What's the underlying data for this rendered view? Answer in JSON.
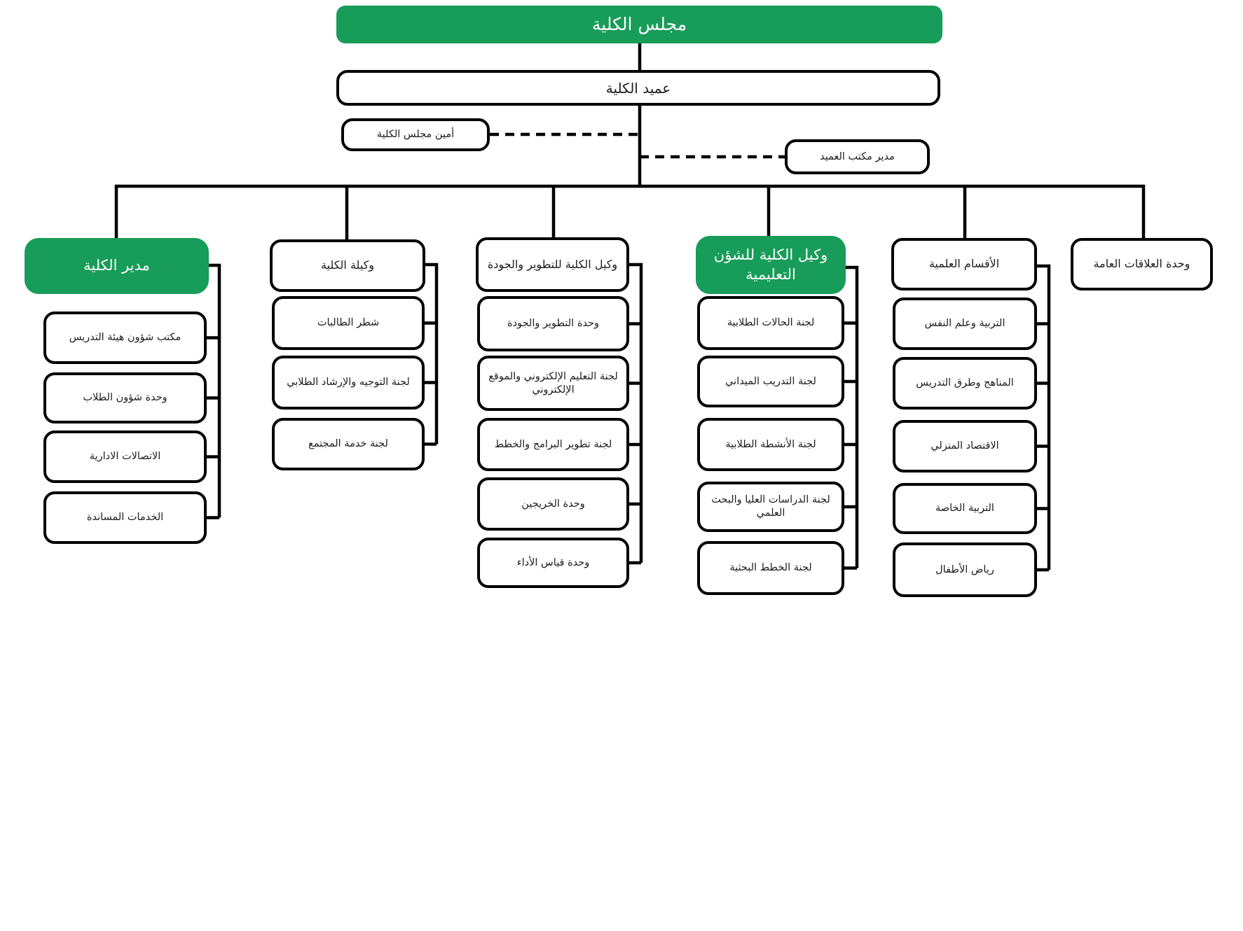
{
  "colors": {
    "green": "#189c59",
    "line": "#000000",
    "box_border": "#000000",
    "text_dark": "#1c1c1c",
    "text_light": "#ffffff"
  },
  "root": {
    "label": "مجلس الكلية"
  },
  "dean": {
    "label": "عميد الكلية"
  },
  "staff": [
    {
      "id": "council-secretary",
      "label": "أمين مجلس الكلية"
    },
    {
      "id": "dean-office-manager",
      "label": "مدير مكتب العميد"
    }
  ],
  "branches": [
    {
      "id": "college-director",
      "label": "مدير الكلية",
      "style": "green",
      "children": [
        "مكتب شؤون هيئة التدريس",
        "وحدة شؤون الطلاب",
        "الاتصالات الادارية",
        "الخدمات المساندة"
      ]
    },
    {
      "id": "female-vice-dean",
      "label": "وكيلة الكلية",
      "style": "white",
      "children": [
        "شطر الطالبات",
        "لجنة التوجيه والإرشاد الطلابي",
        "لجنة خدمة المجتمع"
      ]
    },
    {
      "id": "vice-dean-development-quality",
      "label": "وكيل الكلية للتطوير والجودة",
      "style": "white",
      "children": [
        "وحدة التطوير والجودة",
        "لجنة التعليم الإلكتروني والموقع الإلكتروني",
        "لجنة تطوير البرامج والخطط",
        "وحدة الخريجين",
        "وحدة قياس الأداء"
      ]
    },
    {
      "id": "vice-dean-educational-affairs",
      "label": "وكيل الكلية للشؤن التعليمية",
      "style": "green",
      "children": [
        "لجنة الحالات الطلابية",
        "لجنة التدريب الميداني",
        "لجنة الأنشطة الطلابية",
        "لجنة الدراسات العليا والبحث العلمي",
        "لجنة الخطط البحثية"
      ]
    },
    {
      "id": "scientific-departments",
      "label": "الأقسام العلمية",
      "style": "white",
      "children": [
        "التربية وعلم النفس",
        "المناهج وطرق التدريس",
        "الاقتصاد المنزلي",
        "التربية الخاصة",
        "رياض الأطفال"
      ]
    },
    {
      "id": "public-relations-unit",
      "label": "وحدة العلاقات العامة",
      "style": "white",
      "children": []
    }
  ]
}
